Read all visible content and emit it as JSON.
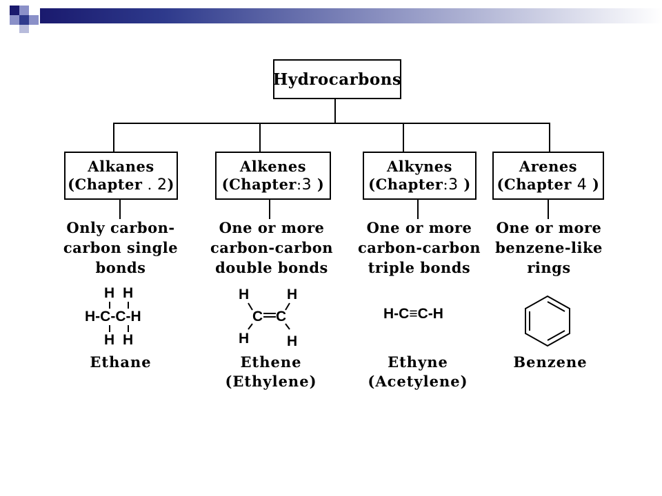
{
  "banner": {
    "square_colors": [
      "#1a1a6e",
      "#8a90c8",
      "#ffffff"
    ]
  },
  "root": {
    "label": "Hydrocarbons"
  },
  "categories": [
    {
      "name": "Alkanes",
      "chapter_label": "(Chapter",
      "chapter_num": "2",
      "chapter_close": ")",
      "description": [
        "Only carbon-",
        "carbon single",
        "bonds"
      ],
      "example": "Ethane",
      "example_alt": ""
    },
    {
      "name": "Alkenes",
      "chapter_label": "(Chapter",
      "chapter_num": "3",
      "chapter_close": ")",
      "description": [
        "One or more",
        "carbon-carbon",
        "double bonds"
      ],
      "example": "Ethene",
      "example_alt": "(Ethylene)"
    },
    {
      "name": "Alkynes",
      "chapter_label": "(Chapter",
      "chapter_num": "3",
      "chapter_close": ")",
      "description": [
        "One or more",
        "carbon-carbon",
        "triple bonds"
      ],
      "example": "Ethyne",
      "example_alt": "(Acetylene)"
    },
    {
      "name": "Arenes",
      "chapter_label": "(Chapter",
      "chapter_num": "4",
      "chapter_close": ")",
      "description": [
        "One or more",
        "benzene-like",
        "rings"
      ],
      "example": "Benzene",
      "example_alt": ""
    }
  ],
  "structures": {
    "ethane": {
      "atom_h": "H",
      "atom_c": "C",
      "middle_row": "H-C-C-H"
    },
    "ethene": {
      "atom_h": "H",
      "atom_c": "C"
    },
    "ethyne": {
      "formula": "H-C≡C-H"
    }
  }
}
